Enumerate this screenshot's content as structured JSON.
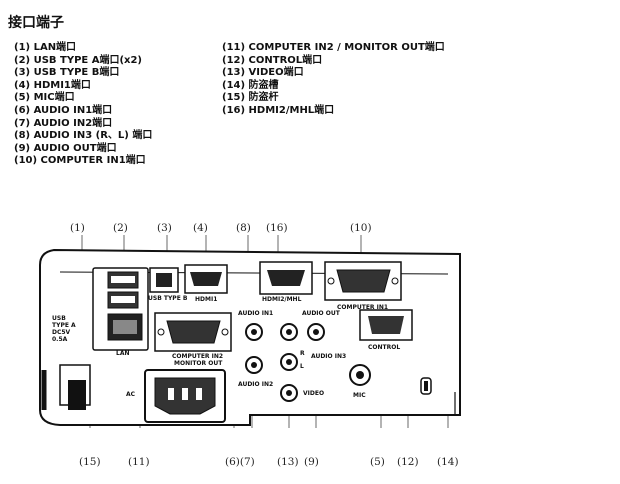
{
  "heading": "接口端子",
  "items_left": [
    "(1) LAN端口",
    "(2) USB TYPE A端口(x2)",
    "(3) USB TYPE B端口",
    "(4) HDMI1端口",
    "(5) MIC端口",
    "(6) AUDIO IN1端口",
    "(7) AUDIO IN2端口",
    "(8) AUDIO IN3 (R、L) 端口",
    "(9) AUDIO OUT端口",
    "(10) COMPUTER IN1端口"
  ],
  "items_right": [
    "(11) COMPUTER IN2 / MONITOR OUT端口",
    "(12) CONTROL端口",
    "(13) VIDEO端口",
    "(14) 防盗槽",
    "(15) 防盗杆",
    "(16) HDMI2/MHL端口"
  ],
  "callouts_top": [
    "(1)",
    "(2)",
    "(3)",
    "(4)",
    "(8)",
    "(16)",
    "(10)"
  ],
  "callouts_bottom": [
    "(15)",
    "(11)",
    "(6)(7)",
    "(13)",
    "(9)",
    "(5)",
    "(12)",
    "(14)"
  ],
  "panel_labels": {
    "usb": "USB\nTYPE A\nDC5V\n0.5A",
    "lan": "LAN",
    "usb_type_b": "USB TYPE B",
    "hdmi1": "HDMI1",
    "hdmi2": "HDMI2/MHL",
    "computer_in1": "COMPUTER IN1",
    "computer_in2": "COMPUTER IN2",
    "monitor_out": "MONITOR OUT",
    "audio_in1": "AUDIO IN1",
    "audio_in2": "AUDIO IN2",
    "audio_in3": "AUDIO IN3",
    "audio_out": "AUDIO OUT",
    "control": "CONTROL",
    "video": "VIDEO",
    "mic": "MIC",
    "ac": "AC",
    "r": "R",
    "l": "L"
  }
}
